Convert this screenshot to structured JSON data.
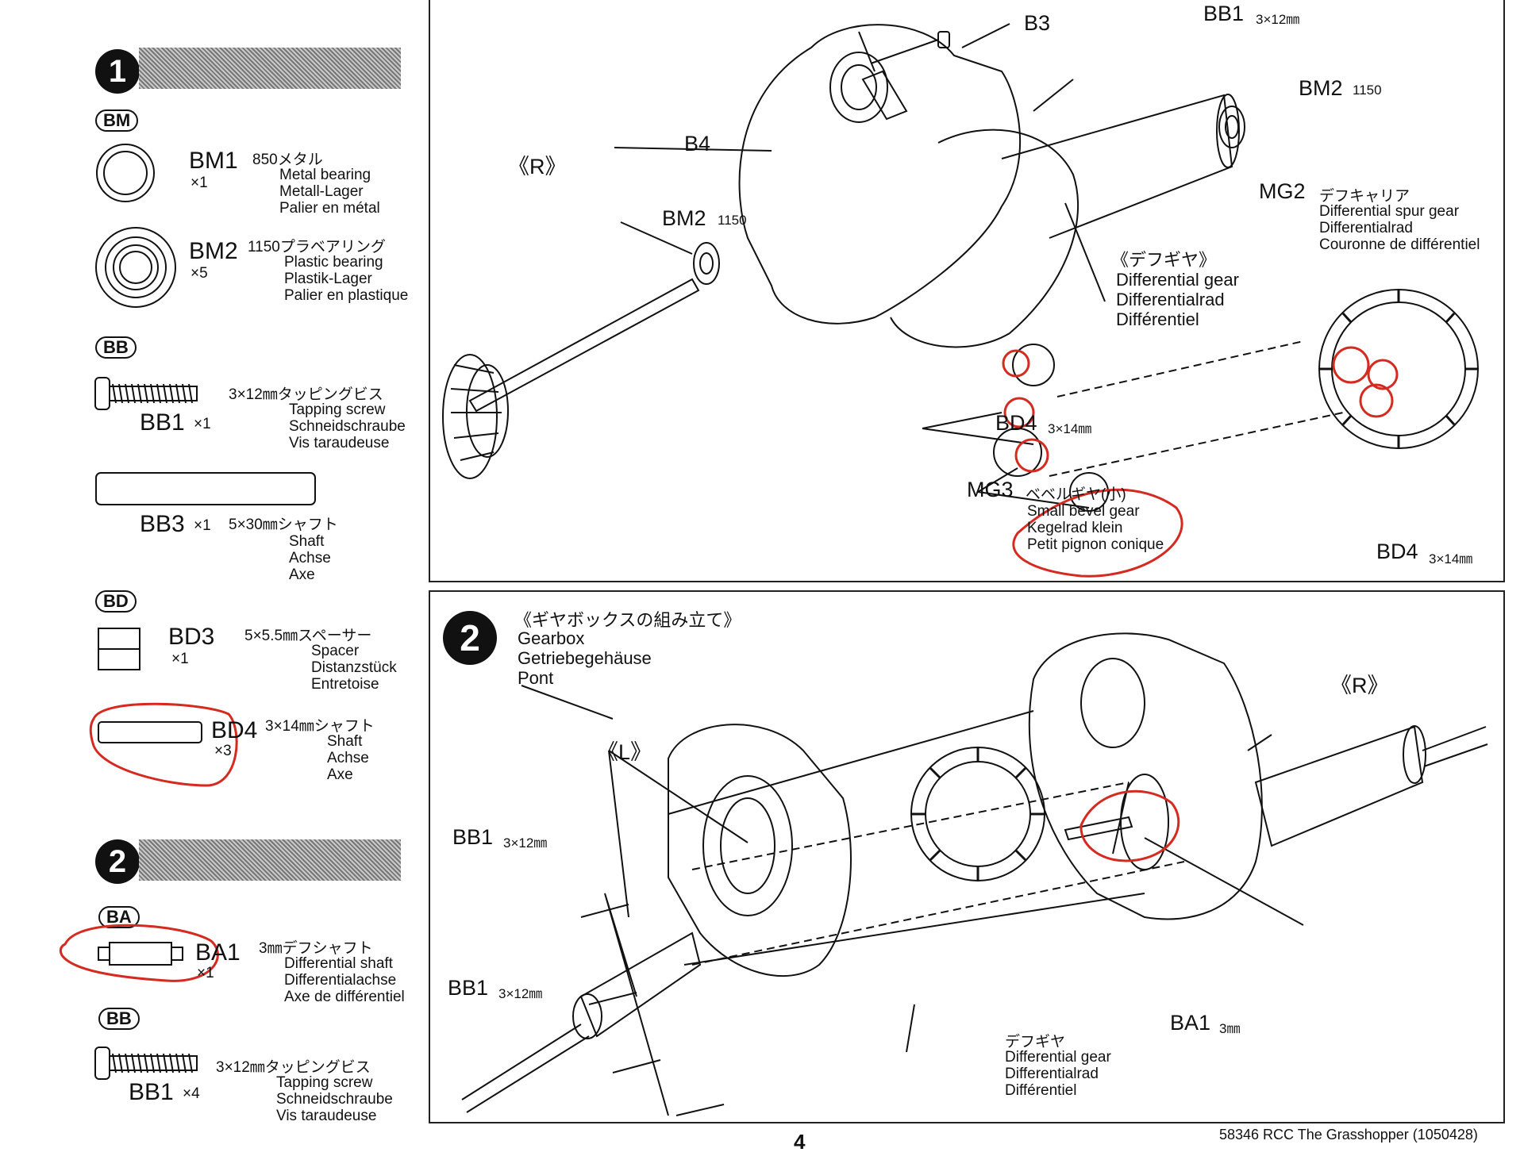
{
  "step1": {
    "number": "1",
    "bags": {
      "BM": {
        "tag": "BM",
        "items": [
          {
            "code": "BM1",
            "qty": "×1",
            "jp": "850メタル",
            "lines": [
              "Metal bearing",
              "Metall-Lager",
              "Palier en métal"
            ]
          },
          {
            "code": "BM2",
            "qty": "×5",
            "jp": "1150プラベアリング",
            "lines": [
              "Plastic bearing",
              "Plastik-Lager",
              "Palier en plastique"
            ]
          }
        ]
      },
      "BB": {
        "tag": "BB",
        "items": [
          {
            "code": "BB1",
            "qty": "×1",
            "jp": "3×12㎜タッピングビス",
            "lines": [
              "Tapping screw",
              "Schneidschraube",
              "Vis taraudeuse"
            ]
          },
          {
            "code": "BB3",
            "qty": "×1",
            "jp": "5×30㎜シャフト",
            "lines": [
              "Shaft",
              "Achse",
              "Axe"
            ]
          }
        ]
      },
      "BD": {
        "tag": "BD",
        "items": [
          {
            "code": "BD3",
            "qty": "×1",
            "jp": "5×5.5㎜スペーサー",
            "lines": [
              "Spacer",
              "Distanzstück",
              "Entretoise"
            ]
          },
          {
            "code": "BD4",
            "qty": "×3",
            "jp": "3×14㎜シャフト",
            "lines": [
              "Shaft",
              "Achse",
              "Axe"
            ]
          }
        ]
      }
    }
  },
  "step2": {
    "number": "2",
    "bags": {
      "BA": {
        "tag": "BA",
        "items": [
          {
            "code": "BA1",
            "qty": "×1",
            "jp": "3㎜デフシャフト",
            "lines": [
              "Differential shaft",
              "Differentialachse",
              "Axe de différentiel"
            ]
          }
        ]
      },
      "BB": {
        "tag": "BB",
        "items": [
          {
            "code": "BB1",
            "qty": "×4",
            "jp": "3×12㎜タッピングビス",
            "lines": [
              "Tapping screw",
              "Schneidschraube",
              "Vis taraudeuse"
            ]
          }
        ]
      }
    }
  },
  "diagram1": {
    "side": "《R》",
    "labels": {
      "b3": "B3",
      "bb1": "BB1",
      "bb1_size": "3×12㎜",
      "bm2_top": "BM2",
      "bm2_top_size": "1150",
      "b4": "B4",
      "bm2_left": "BM2",
      "bm2_left_size": "1150",
      "mg2": "MG2",
      "mg2_jp": "デフキャリア",
      "mg2_lines": [
        "Differential spur gear",
        "Differentialrad",
        "Couronne de différentiel"
      ],
      "diffgear_jp": "《デフギヤ》",
      "diffgear_lines": [
        "Differential gear",
        "Differentialrad",
        "Différentiel"
      ],
      "bd4_a": "BD4",
      "bd4_a_size": "3×14㎜",
      "mg3": "MG3",
      "mg3_jp": "ベベルギヤ(小)",
      "mg3_lines": [
        "Small bevel gear",
        "Kegelrad klein",
        "Petit pignon conique"
      ],
      "bd4_b": "BD4",
      "bd4_b_size": "3×14㎜"
    }
  },
  "diagram2": {
    "title_jp": "《ギヤボックスの組み立て》",
    "title_lines": [
      "Gearbox",
      "Getriebegehäuse",
      "Pont"
    ],
    "left_side": "《L》",
    "right_side": "《R》",
    "labels": {
      "bb1_a": "BB1",
      "bb1_a_size": "3×12㎜",
      "bb1_b": "BB1",
      "bb1_b_size": "3×12㎜",
      "ba1": "BA1",
      "ba1_size": "3㎜",
      "diff_jp": "デフギヤ",
      "diff_lines": [
        "Differential gear",
        "Differentialrad",
        "Différentiel"
      ]
    }
  },
  "footer": {
    "page": "4",
    "code": "58346  RCC The Grasshopper (1050428)"
  }
}
